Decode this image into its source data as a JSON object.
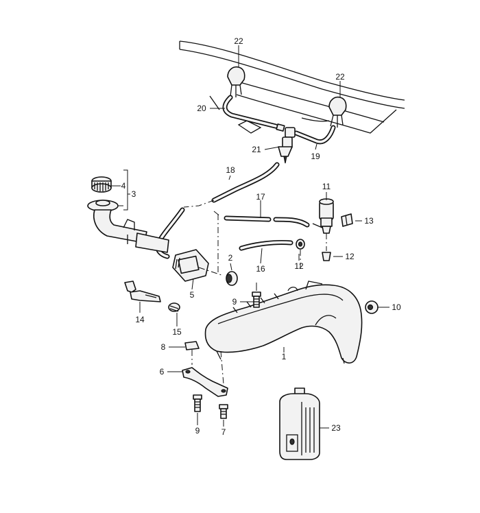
{
  "callouts": {
    "c1": "1",
    "c2": "2",
    "c3": "3",
    "c4": "4",
    "c5": "5",
    "c6": "6",
    "c7": "7",
    "c8": "8",
    "c9a": "9",
    "c9b": "9",
    "c10": "10",
    "c11": "11",
    "c12a": "12",
    "c12b": "12",
    "c13": "13",
    "c14": "14",
    "c15": "15",
    "c16": "16",
    "c17": "17",
    "c18": "18",
    "c19": "19",
    "c20": "20",
    "c21": "21",
    "c22a": "22",
    "c22b": "22",
    "c23": "23"
  }
}
